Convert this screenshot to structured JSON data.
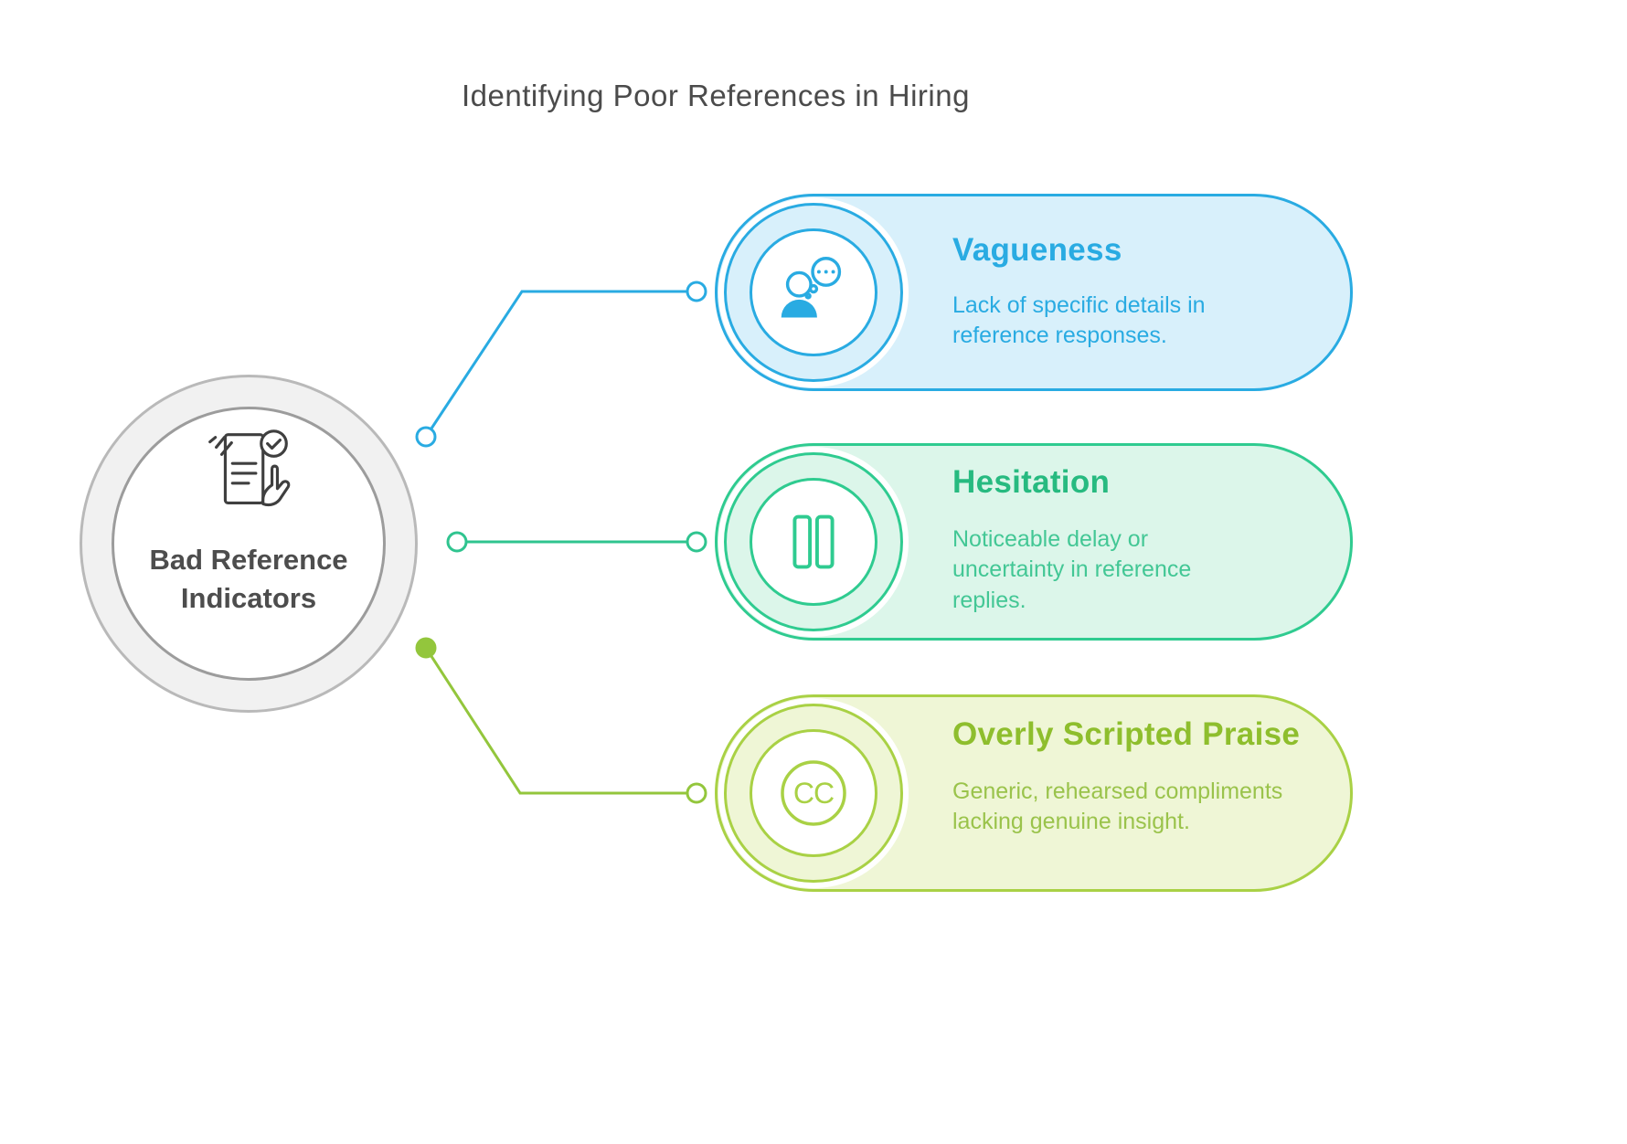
{
  "title": "Identifying Poor References in Hiring",
  "center": {
    "label": "Bad Reference Indicators",
    "icon": "document-check-hand-icon",
    "outer_ring_color": "#b9b9b9",
    "inner_ring_color": "#9c9c9c",
    "label_color": "#4d4d4d"
  },
  "items": [
    {
      "title": "Vagueness",
      "description": "Lack of specific details in reference responses.",
      "icon": "person-thought-bubble-icon",
      "accent": "#29ABE2",
      "fill": "#D8F0FB",
      "title_color": "#29ABE2",
      "description_color": "#29ABE2"
    },
    {
      "title": "Hesitation",
      "description": "Noticeable delay or uncertainty in reference replies.",
      "icon": "pause-icon",
      "accent": "#2FCB90",
      "fill": "#DCF6EA",
      "title_color": "#27BA80",
      "description_color": "#43C795"
    },
    {
      "title": "Overly Scripted Praise",
      "description": "Generic, rehearsed compliments lacking genuine insight.",
      "icon": "cc-icon",
      "icon_text": "CC",
      "accent": "#A9D145",
      "fill": "#EFF6D6",
      "title_color": "#8EBE2D",
      "description_color": "#9AC34B"
    }
  ],
  "connectors": {
    "colors": [
      "#29ABE2",
      "#2FC48F",
      "#93C63C"
    ]
  }
}
